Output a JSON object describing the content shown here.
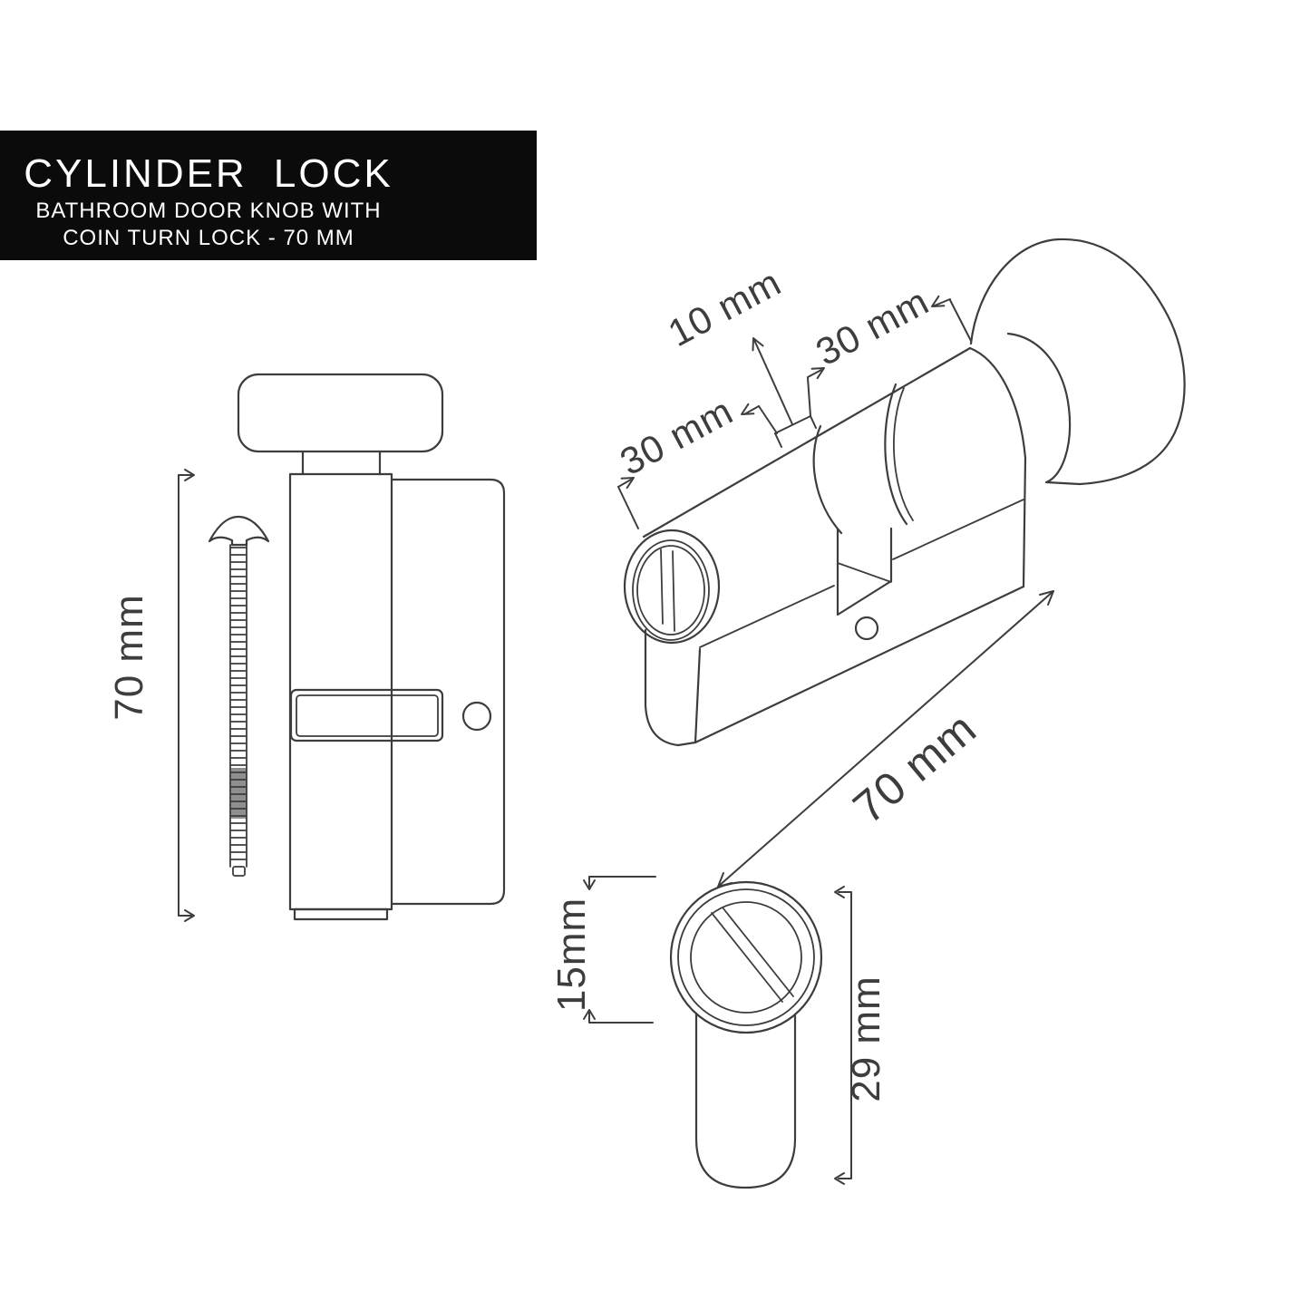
{
  "banner": {
    "title": "CYLINDER LOCK",
    "subtitle_line1": "BATHROOM DOOR KNOB WITH",
    "subtitle_line2": "COIN TURN LOCK - 70 MM"
  },
  "front_view": {
    "height_label": "70 mm"
  },
  "iso_view": {
    "left_half_label": "30 mm",
    "cam_width_label": "10 mm",
    "right_half_label": "30 mm",
    "total_length_label": "70 mm"
  },
  "end_view": {
    "slot_offset_label": "15mm",
    "height_label": "29 mm"
  },
  "colors": {
    "line": "#3d3d3d",
    "banner_background": "#0b0b0b",
    "banner_text": "#ffffff",
    "page_background": "#ffffff"
  }
}
